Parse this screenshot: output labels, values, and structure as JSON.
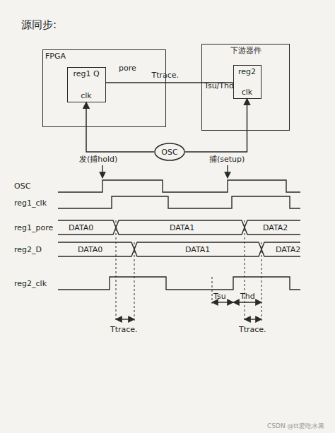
{
  "diagram": {
    "title": "源同步:",
    "nodes": [
      {
        "text": [
          "FPGA"
        ]
      },
      {
        "text": [
          "reg1 Q",
          "clk"
        ],
        "in": 0
      },
      {
        "text": [
          "下游器件"
        ]
      },
      {
        "text": [
          "reg2",
          "clk"
        ],
        "in": 2
      },
      {
        "text": [
          "OSC"
        ]
      }
    ],
    "edges": [
      {
        "from": 1,
        "to": 3,
        "arrow": "none",
        "label": "Ttrace."
      },
      {
        "from": 4,
        "to": 1,
        "arrow": "to"
      },
      {
        "from": 4,
        "to": 3,
        "arrow": "to"
      }
    ],
    "labels": [
      "pore",
      "Tsu/Thd",
      "发(捕hold)",
      "捕(setup)",
      "OSC",
      "reg1_clk",
      "reg1_pore",
      "reg2_D",
      "reg2_clk",
      "DATA0",
      "DATA1",
      "DATA2",
      "DATA0",
      "DATA1",
      "DATA2",
      "Tsu",
      "Thd",
      "Ttrace.",
      "Ttrace.",
      "CSDN @tt爱吃水果"
    ]
  }
}
